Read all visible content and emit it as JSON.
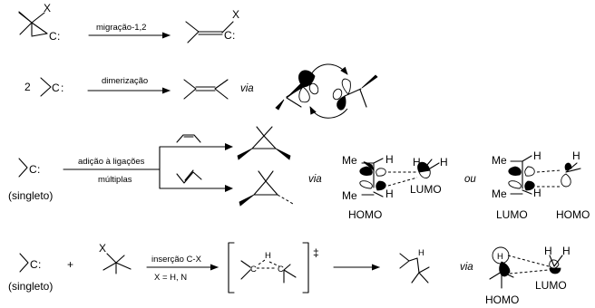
{
  "atoms": {
    "X": "X",
    "C": "C",
    "H": "H",
    "Me": "Me",
    "colon": ":",
    "two": "2",
    "plus": "+",
    "dagger": "‡"
  },
  "reactions": {
    "r1": {
      "arrow_label": "migração-1,2"
    },
    "r2": {
      "arrow_label": "dimerização",
      "via": "via"
    },
    "r3": {
      "arrow_label_1": "adição à ligações",
      "arrow_label_2": "múltiplas",
      "state": "(singleto)",
      "via": "via",
      "or": "ou",
      "orbitals_a": {
        "left": "HOMO",
        "right": "LUMO"
      },
      "orbitals_b": {
        "left": "LUMO",
        "right": "HOMO"
      }
    },
    "r4": {
      "arrow_label_1": "inserção C-X",
      "arrow_label_2": "X = H, N",
      "state": "(singleto)",
      "via": "via",
      "orbitals": {
        "left": "HOMO",
        "right": "LUMO"
      }
    }
  }
}
